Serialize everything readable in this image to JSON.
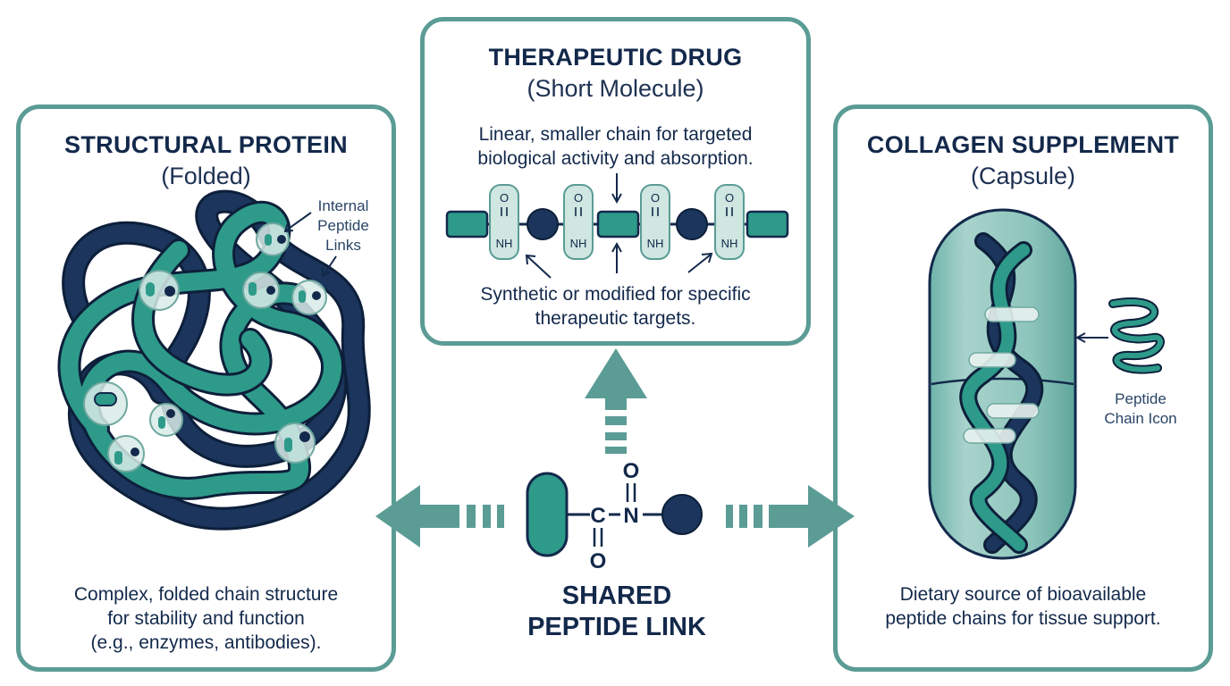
{
  "left": {
    "title": "STRUCTURAL PROTEIN",
    "subtitle": "(Folded)",
    "callout": [
      "Internal",
      "Peptide",
      "Links"
    ],
    "desc": [
      "Complex, folded chain structure",
      "for stability and function",
      "(e.g., enzymes, antibodies)."
    ]
  },
  "top": {
    "title": "THERAPEUTIC DRUG",
    "subtitle": "(Short Molecule)",
    "desc_top": [
      "Linear, smaller chain for targeted",
      "biological activity and absorption."
    ],
    "desc_bottom": [
      "Synthetic or modified for specific",
      "therapeutic targets."
    ],
    "bond_o": "O",
    "bond_nh": "NH"
  },
  "right": {
    "title": "COLLAGEN SUPPLEMENT",
    "subtitle": "(Capsule)",
    "icon_label": [
      "Peptide",
      "Chain Icon"
    ],
    "desc": [
      "Dietary source of bioavailable",
      "peptide chains for tissue support."
    ]
  },
  "center": {
    "title": [
      "SHARED",
      "PEPTIDE LINK"
    ],
    "atom_c": "C",
    "atom_n": "N",
    "atom_o_top": "O",
    "atom_o_bottom": "O"
  },
  "colors": {
    "teal": "#2e9a8a",
    "navy": "#13294b",
    "border": "#5b9c95",
    "light_teal": "#cfe6e1"
  }
}
